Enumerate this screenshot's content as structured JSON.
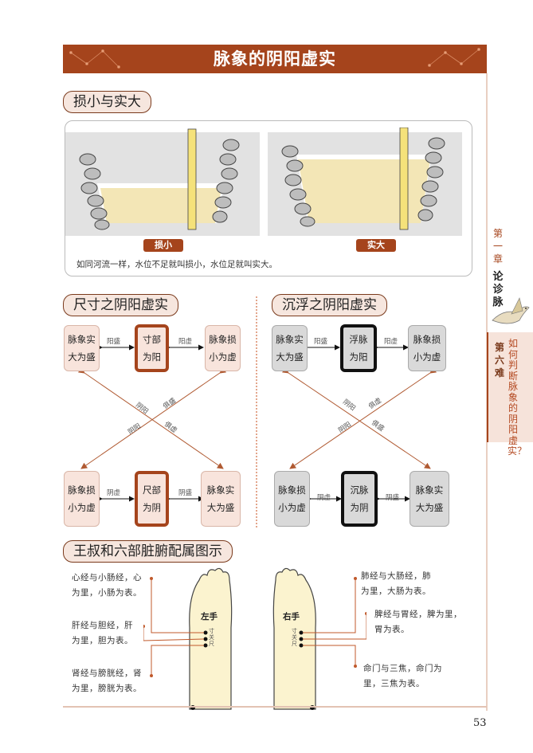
{
  "banner": {
    "title": "脉象的阴阳虚实"
  },
  "sidebar": {
    "chapter": "第一章",
    "chapter_name": "论诊脉",
    "section_num": "第六难",
    "section_title": "如何判断脉象的阴阳虚实？"
  },
  "section1": {
    "title": "损小与实大",
    "left_tag": "损小",
    "right_tag": "实大",
    "caption": "如同河流一样，水位不足就叫损小，水位足就叫实大。"
  },
  "section2": {
    "title": "尺寸之阴阳虚实",
    "top_left": [
      "脉象实",
      "大为盛"
    ],
    "top_mid": [
      "寸部",
      "为阳"
    ],
    "top_right": [
      "脉象损",
      "小为虚"
    ],
    "bot_left": [
      "脉象损",
      "小为虚"
    ],
    "bot_mid": [
      "尺部",
      "为阴"
    ],
    "bot_right": [
      "脉象实",
      "大为盛"
    ],
    "arrow_top_left": "阳盛",
    "arrow_top_right": "阳虚",
    "arrow_bot_left": "阴虚",
    "arrow_bot_right": "阴盛",
    "cross_a": "阴阳",
    "cross_b": "俱盛",
    "cross_c": "阴阳",
    "cross_d": "俱虚"
  },
  "section3": {
    "title": "沉浮之阴阳虚实",
    "top_left": [
      "脉象实",
      "大为盛"
    ],
    "top_mid": [
      "浮脉",
      "为阳"
    ],
    "top_right": [
      "脉象损",
      "小为虚"
    ],
    "bot_left": [
      "脉象损",
      "小为虚"
    ],
    "bot_mid": [
      "沉脉",
      "为阴"
    ],
    "bot_right": [
      "脉象实",
      "大为盛"
    ],
    "arrow_top_left": "阳盛",
    "arrow_top_right": "阳虚",
    "arrow_bot_left": "阴虚",
    "arrow_bot_right": "阴盛",
    "cross_a": "阴阳",
    "cross_b": "俱虚",
    "cross_c": "阴阳",
    "cross_d": "俱盛"
  },
  "section4": {
    "title": "王叔和六部脏腑配属图示",
    "left_hand": "左手",
    "right_hand": "右手",
    "pos_labels": [
      "寸",
      "关",
      "尺"
    ],
    "left_notes": [
      [
        "心经与小肠经，心",
        "为里，小肠为表。"
      ],
      [
        "肝经与胆经，肝",
        "为里，胆为表。"
      ],
      [
        "肾经与膀胱经，肾",
        "为里，膀胱为表。"
      ]
    ],
    "right_notes": [
      [
        "肺经与大肠经，肺",
        "为里，大肠为表。"
      ],
      [
        "脾经与胃经，脾为里，",
        "胃为表。"
      ],
      [
        "命门与三焦，命门为",
        "里，三焦为表。"
      ]
    ]
  },
  "page_number": "53",
  "colors": {
    "accent": "#a5441c",
    "pink": "#f8e4dc",
    "grey": "#d9d9d9",
    "water": "#f3e6b6"
  }
}
